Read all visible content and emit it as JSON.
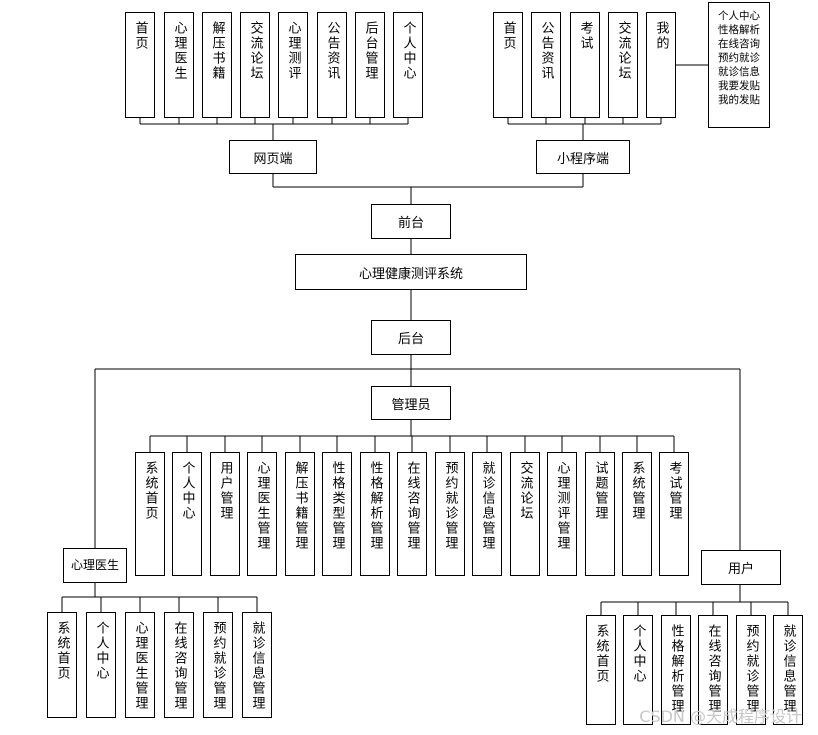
{
  "web_modules": [
    "首页",
    "心理医生",
    "解压书籍",
    "交流论坛",
    "心理测评",
    "公告资讯",
    "后台管理",
    "个人中心"
  ],
  "mini_modules": [
    "首页",
    "公告资讯",
    "考试",
    "交流论坛",
    "我的"
  ],
  "mine_subitems": [
    "个人中心",
    "性格解析",
    "在线咨询",
    "预约就诊",
    "就诊信息",
    "我要发贴",
    "我的发贴"
  ],
  "web_label": "网页端",
  "mini_label": "小程序端",
  "frontend": "前台",
  "system": "心理健康测评系统",
  "backend": "后台",
  "admin": "管理员",
  "admin_modules": [
    "系统首页",
    "个人中心",
    "用户管理",
    "心理医生管理",
    "解压书籍管理",
    "性格类型管理",
    "性格解析管理",
    "在线咨询管理",
    "预约就诊管理",
    "就诊信息管理",
    "交流论坛",
    "心理测评管理",
    "试题管理",
    "系统管理",
    "考试管理"
  ],
  "doctor": "心理医生",
  "doctor_modules": [
    "系统首页",
    "个人中心",
    "心理医生管理",
    "在线咨询管理",
    "预约就诊管理",
    "就诊信息管理"
  ],
  "user": "用户",
  "user_modules": [
    "系统首页",
    "个人中心",
    "性格解析管理",
    "在线咨询管理",
    "预约就诊管理",
    "就诊信息管理"
  ],
  "watermark": "CSDN @天成程序设计"
}
